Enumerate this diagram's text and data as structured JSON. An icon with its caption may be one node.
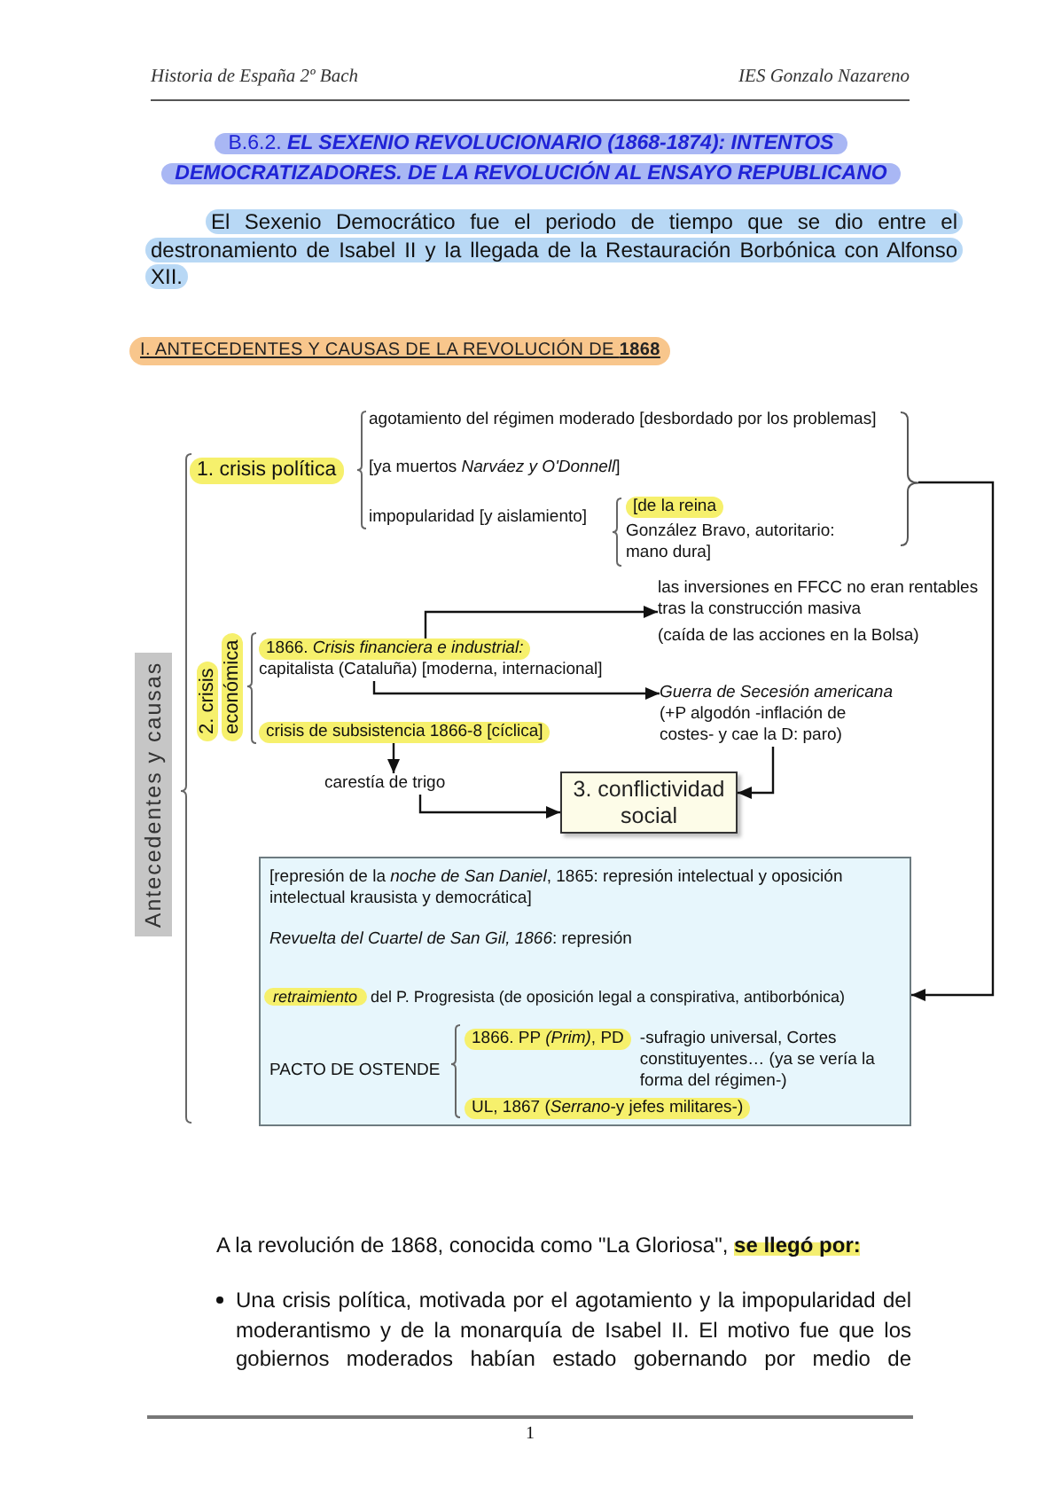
{
  "diagram": {
    "title": "B.6.2. **EL SEXENIO REVOLUCIONARIO (1868-1874): INTENTOS DEMOCRATIZADORES. DE LA REVOLUCIÓN AL ENSAYO REPUBLICANO**",
    "nodes": [
      {
        "text": [
          "Antecedentes y causas"
        ]
      },
      {
        "text": [
          "1. crisis política"
        ]
      },
      {
        "text": [
          "agotamiento del régimen moderado [desbordado por los problemas]"
        ]
      },
      {
        "text": [
          "[ya muertos *Narváez y O'Donnell*]"
        ]
      },
      {
        "text": [
          "impopularidad [y aislamiento]"
        ]
      },
      {
        "text": [
          "[de la reina",
          "González Bravo, autoritario: mano dura]"
        ]
      },
      {
        "text": [],
        "shape": "brace"
      },
      {
        "text": [
          "2. crisis económica"
        ]
      },
      {
        "text": [
          "1866. *Crisis financiera e industrial:*",
          "capitalista (Cataluña) [moderna, internacional]"
        ]
      },
      {
        "text": [
          "crisis de subsistencia 1866-8 [cíclica]"
        ]
      },
      {
        "text": [
          "las inversiones en FFCC no eran rentables tras la construcción masiva",
          "(caída de las acciones en la Bolsa)"
        ]
      },
      {
        "text": [
          "*Guerra de Secesión americana* (+P algodón -inflación de costes- y cae la D: paro)"
        ]
      },
      {
        "text": [
          "carestía de trigo"
        ]
      },
      {
        "text": [
          "3. conflictividad social"
        ]
      },
      {
        "text": [],
        "shape": "box"
      },
      {
        "text": [
          "[represión de la *noche de San Daniel*, 1865: represión intelectual y oposición intelectual krausista y democrática]"
        ],
        "in": 14
      },
      {
        "text": [
          "*Revuelta del Cuartel de San Gil, 1866*: represión"
        ],
        "in": 14
      },
      {
        "text": [
          "*retraimiento* del P. Progresista (de oposición legal a conspirativa, antiborbónica)"
        ],
        "in": 14
      },
      {
        "text": [
          "PACTO DE OSTENDE"
        ],
        "in": 14
      },
      {
        "text": [
          "1866. PP *(Prim)*, PD",
          "-sufragio universal, Cortes constituyentes… (ya se vería la forma del régimen-)"
        ],
        "in": 14
      },
      {
        "text": [
          "UL, 1867 (*Serrano*-y jefes militares-)"
        ],
        "in": 14
      }
    ],
    "edges": [
      {
        "from": 9,
        "to": 12,
        "arrow": "to"
      },
      {
        "from": 12,
        "to": 13,
        "arrow": "to"
      },
      {
        "from": 8,
        "to": 10,
        "arrow": "to"
      },
      {
        "from": 8,
        "to": 11,
        "arrow": "to"
      },
      {
        "from": 11,
        "to": 13,
        "arrow": "to"
      },
      {
        "from": 6,
        "to": 14,
        "arrow": "to"
      }
    ],
    "labels": [
      "Historia de España 2º Bach",
      "IES Gonzalo Nazareno",
      "El Sexenio Democrático fue el periodo de tiempo que se dio entre el destronamiento de Isabel II y la llegada de la Restauración Borbónica con Alfonso XII.",
      "I. ANTECEDENTES Y CAUSAS DE LA REVOLUCIÓN DE **1868**",
      "A la revolución de 1868, conocida como \"La Gloriosa\", **se llegó por:**",
      "Una crisis política, motivada por el agotamiento y la impopularidad del moderantismo y de la monarquía de Isabel II. El motivo fue que los gobiernos moderados habían estado gobernando por medio de",
      "1"
    ]
  }
}
